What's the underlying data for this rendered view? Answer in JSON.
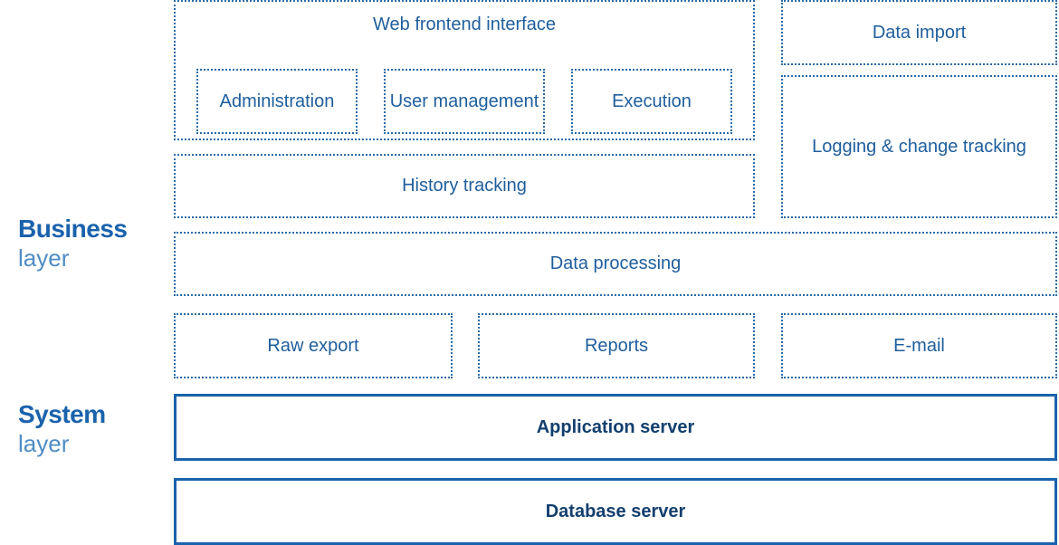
{
  "layers": {
    "business": {
      "title": "Business",
      "subtitle": "layer"
    },
    "system": {
      "title": "System",
      "subtitle": "layer"
    }
  },
  "web_frontend": {
    "title": "Web frontend interface",
    "modules": [
      "Administration",
      "User management",
      "Execution"
    ]
  },
  "components": {
    "data_import": "Data import",
    "logging": "Logging & change tracking",
    "history": "History tracking",
    "processing": "Data processing",
    "raw_export": "Raw export",
    "reports": "Reports",
    "email": "E-mail",
    "app_server": "Application server",
    "db_server": "Database server"
  },
  "colors": {
    "primary": "#1a62ac",
    "text": "#1f5e9c",
    "label_light": "#4f8cc4",
    "strong_text": "#133f6e"
  }
}
